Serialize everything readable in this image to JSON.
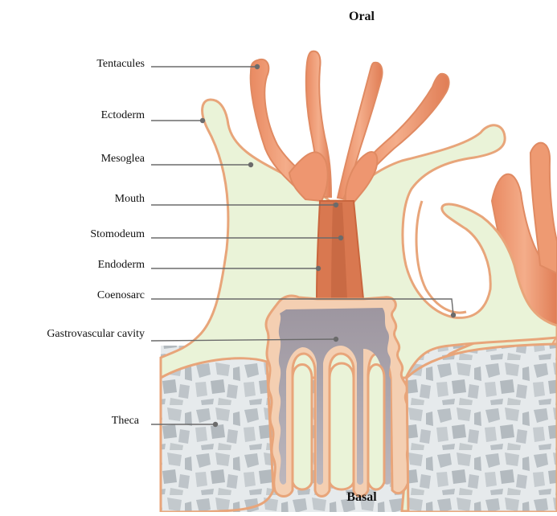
{
  "orientation": {
    "top": "Oral",
    "bottom": "Basal"
  },
  "labels": [
    {
      "id": "tentacules",
      "text": "Tentacules"
    },
    {
      "id": "ectoderm",
      "text": "Ectoderm"
    },
    {
      "id": "mesoglea",
      "text": "Mesoglea"
    },
    {
      "id": "mouth",
      "text": "Mouth"
    },
    {
      "id": "stomodeum",
      "text": "Stomodeum"
    },
    {
      "id": "endoderm",
      "text": "Endoderm"
    },
    {
      "id": "coenosarc",
      "text": "Coenosarc"
    },
    {
      "id": "gastrovascular",
      "text": "Gastrovascular cavity"
    },
    {
      "id": "theca",
      "text": "Theca"
    }
  ],
  "colors": {
    "tissue_orange": "#f0a27c",
    "tissue_dark": "#d9704b",
    "tissue_outline": "#e8a57a",
    "mesoglea_green": "#eaf3d8",
    "cavity_gray": "#b3aeb4",
    "cavity_dark": "#8e8790",
    "theca_bg": "#e4e8ea",
    "theca_block": "#b7bdc2",
    "leader_line": "#6b6b6b"
  }
}
